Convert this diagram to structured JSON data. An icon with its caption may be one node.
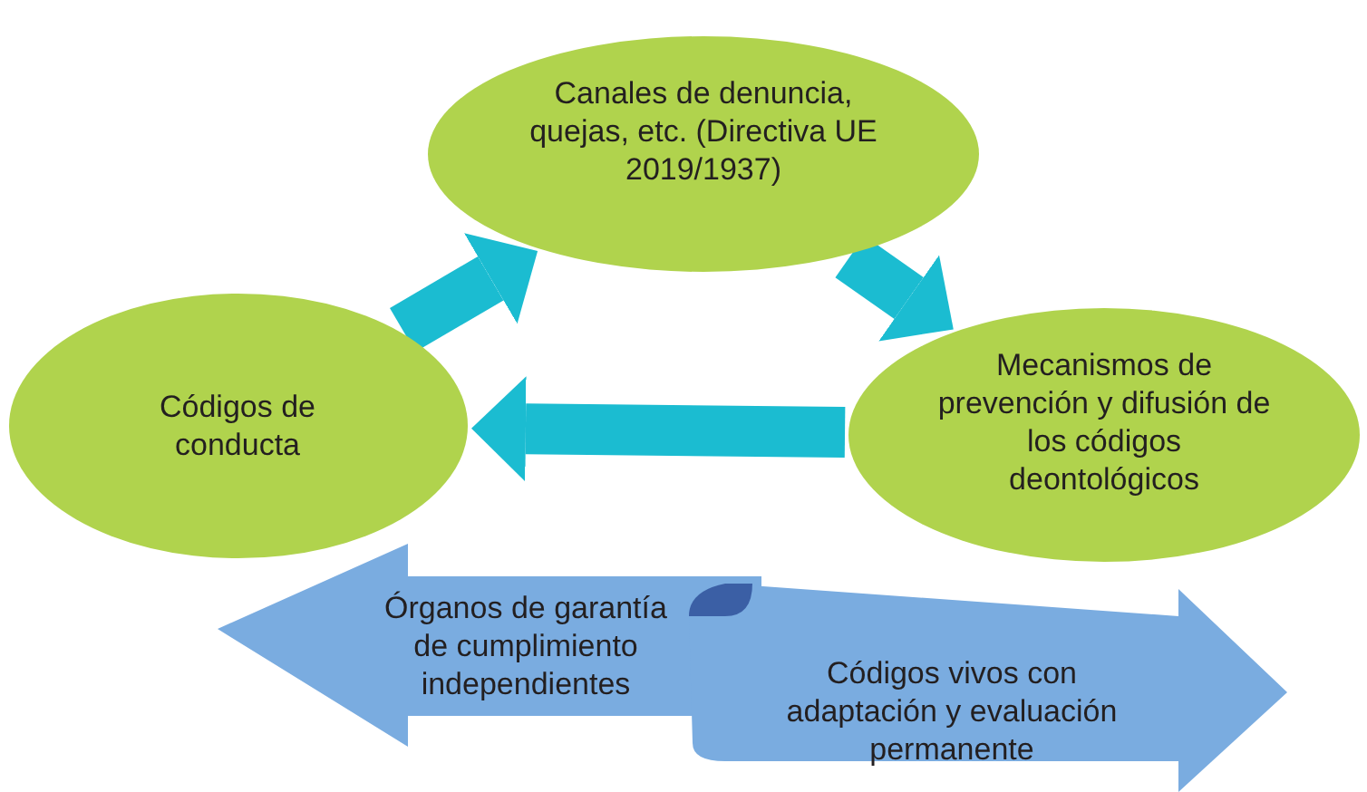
{
  "diagram": {
    "nodes": [
      {
        "text": [
          "Canales de denuncia, quejas, etc. (Directiva UE 2019/1937)"
        ]
      },
      {
        "text": [
          "Mecanismos de prevención y difusión de los códigos deontológicos"
        ]
      },
      {
        "text": [
          "Códigos de conducta"
        ]
      },
      {
        "text": [
          "Órganos de garantía de cumplimiento independientes"
        ]
      },
      {
        "text": [
          "Códigos vivos con adaptación y evaluación permanente"
        ]
      }
    ],
    "edges": [
      {
        "from": 2,
        "to": 0,
        "arrow": "to"
      },
      {
        "from": 0,
        "to": 1,
        "arrow": "to"
      },
      {
        "from": 1,
        "to": 2,
        "arrow": "to"
      }
    ]
  }
}
